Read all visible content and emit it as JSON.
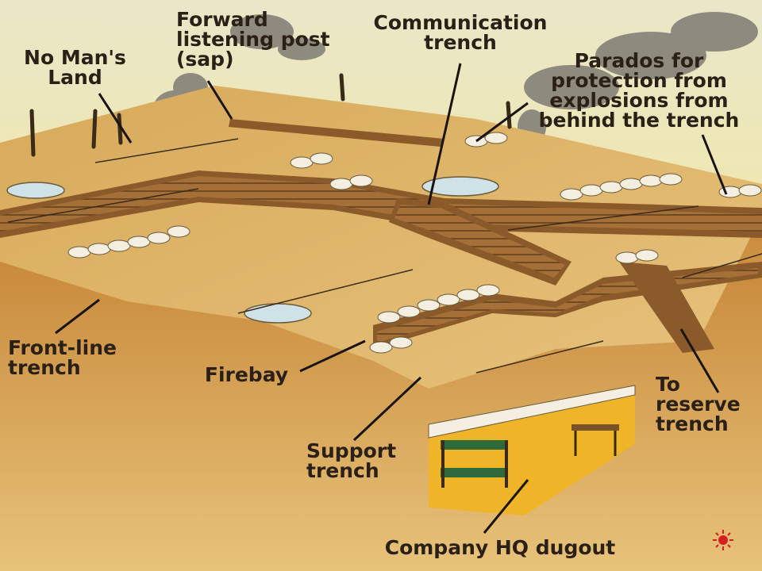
{
  "labels": {
    "no_mans_land": "No Man's\nLand",
    "forward_listening_post": "Forward\nlistening post\n(sap)",
    "communication_trench": "Communication\ntrench",
    "parados": "Parados for\nprotection from\nexplosions from\nbehind the trench",
    "front_line_trench": "Front-line\ntrench",
    "firebay": "Firebay",
    "support_trench": "Support\ntrench",
    "to_reserve_trench": "To\nreserve\ntrench",
    "company_hq_dugout": "Company HQ dugout"
  },
  "colors": {
    "sky": "#f2e9a8",
    "ground_top": "#d9ad5e",
    "soil": "#c98a3c",
    "sandbag": "#f4efe0",
    "timber": "#7a5228",
    "label_text": "#2a2016",
    "leader_line": "#1a1410",
    "marker": "#d61f1f"
  },
  "icons": {
    "corner_marker": "red-sun-icon"
  }
}
